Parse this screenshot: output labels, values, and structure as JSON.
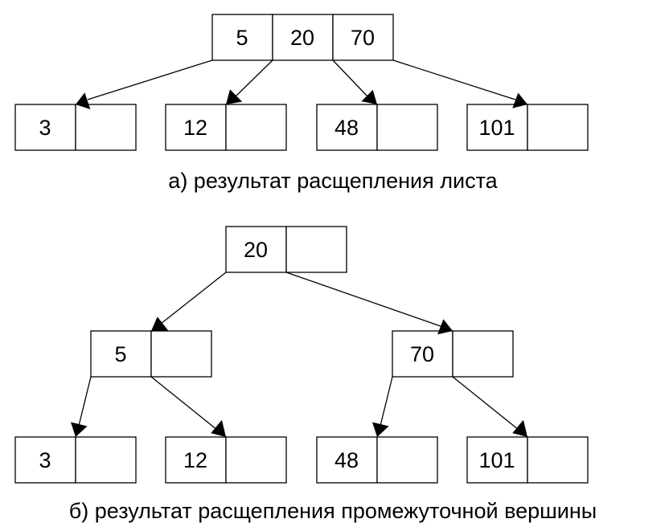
{
  "diagram_a": {
    "caption": "а) результат расщепления листа",
    "root": [
      "5",
      "20",
      "70"
    ],
    "leaves": [
      [
        "3",
        ""
      ],
      [
        "12",
        ""
      ],
      [
        "48",
        ""
      ],
      [
        "101",
        ""
      ]
    ]
  },
  "diagram_b": {
    "caption": "б) результат расщепления промежуточной вершины",
    "root": [
      "20",
      ""
    ],
    "middle": [
      [
        "5",
        ""
      ],
      [
        "70",
        ""
      ]
    ],
    "leaves": [
      [
        "3",
        ""
      ],
      [
        "12",
        ""
      ],
      [
        "48",
        ""
      ],
      [
        "101",
        ""
      ]
    ]
  },
  "colors": {
    "stroke": "#000000",
    "background": "#ffffff"
  }
}
